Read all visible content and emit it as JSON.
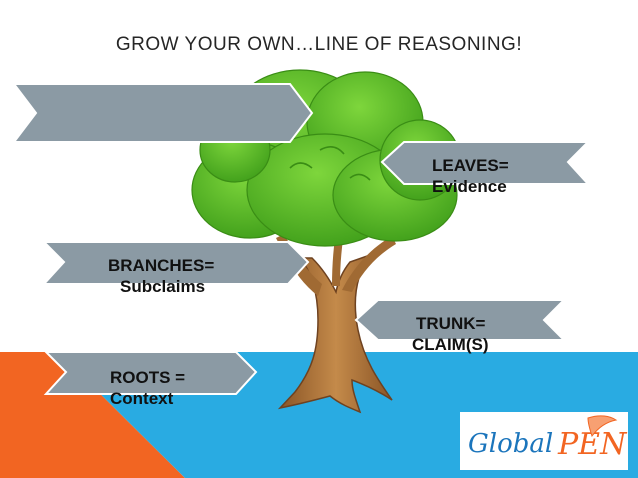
{
  "title": "GROW YOUR OWN…LINE OF REASONING!",
  "labels": {
    "top_blank": "",
    "leaves_l1": "LEAVES=",
    "leaves_l2": "Evidence",
    "branches_l1": "BRANCHES=",
    "branches_l2": "Subclaims",
    "trunk_l1": "TRUNK=",
    "trunk_l2": "CLAIM(S)",
    "roots_l1": "ROOTS =",
    "roots_l2": "Context"
  },
  "logo": {
    "left": "Global",
    "right": "PEN"
  },
  "colors": {
    "arrow_fill": "#8b9aa4",
    "foliage": "#5fc22b",
    "trunk": "#b07839",
    "orange": "#f26522",
    "blue": "#29abe2",
    "logo_blue": "#1b75bc",
    "logo_orange": "#f26522"
  }
}
